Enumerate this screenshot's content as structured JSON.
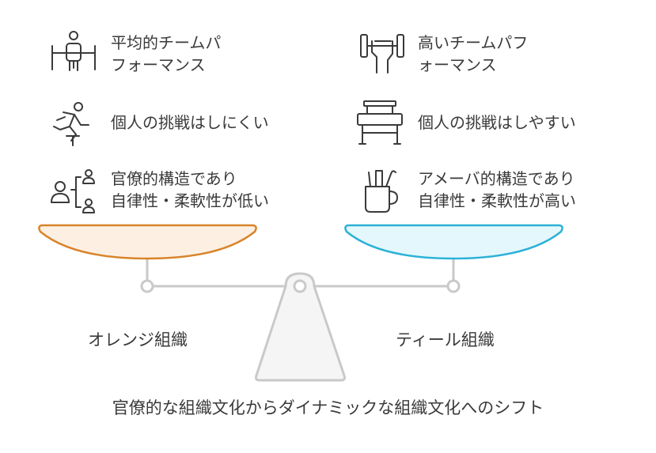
{
  "left": {
    "items": [
      {
        "icon": "presenter-icon",
        "lines": [
          "平均的チームパ",
          "フォーマンス"
        ]
      },
      {
        "icon": "hurdle-runner-icon",
        "lines": [
          "個人の挑戦はしにくい"
        ]
      },
      {
        "icon": "hierarchy-people-icon",
        "lines": [
          "官僚的構造であり",
          "自律性・柔軟性が低い"
        ]
      }
    ],
    "group_label": "オレンジ組織",
    "color": "#d8842b",
    "fill": "#fdf0e3"
  },
  "right": {
    "items": [
      {
        "icon": "dumbbell-hand-icon",
        "lines": [
          "高いチームパフ",
          "ォーマンス"
        ]
      },
      {
        "icon": "hurdle-bench-icon",
        "lines": [
          "個人の挑戦はしやすい"
        ]
      },
      {
        "icon": "tool-cup-icon",
        "lines": [
          "アメーバ的構造であり",
          "自律性・柔軟性が高い"
        ]
      }
    ],
    "group_label": "ティール組織",
    "color": "#2bb1d8",
    "fill": "#e4f7fc"
  },
  "caption": "官僚的な組織文化からダイナミックな組織文化へのシフト",
  "colors": {
    "text": "#3a3a3a",
    "icon": "#3a3a3a",
    "scale": "#c9c9c9",
    "scale_fill": "#f5f5f5"
  }
}
